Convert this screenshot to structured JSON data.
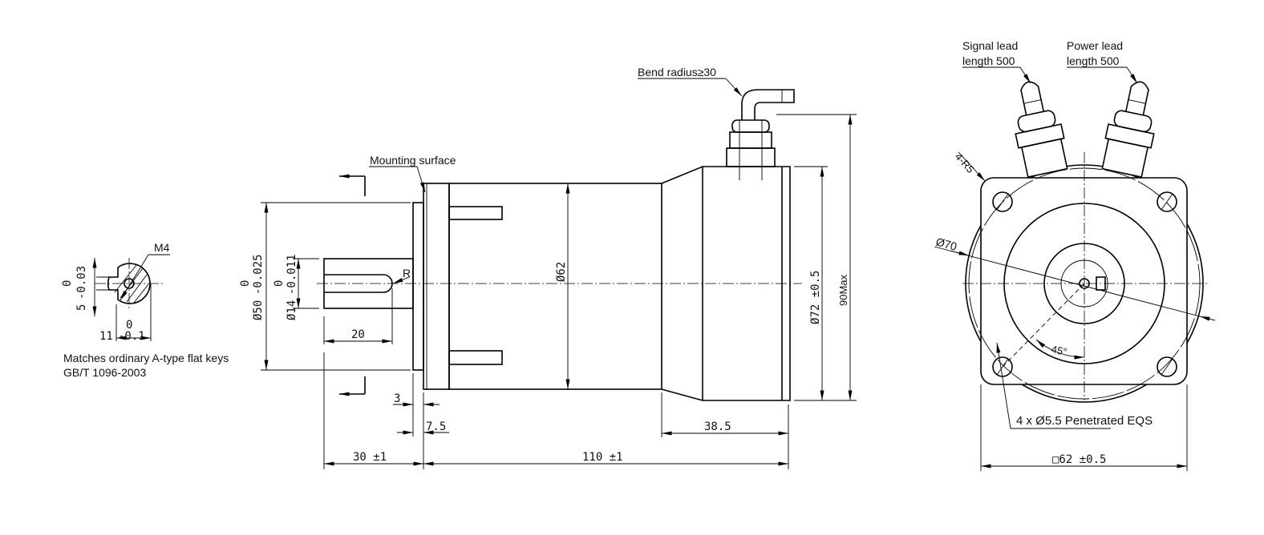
{
  "key_section": {
    "thread": "M4",
    "width_dim": "5",
    "width_tol_upper": "0",
    "width_tol_lower": "-0.03",
    "depth_dim": "11",
    "depth_tol_upper": "0",
    "depth_tol_lower": "-0.1",
    "note_line1": "Matches ordinary A-type flat keys",
    "note_line2": "GB/T 1096-2003"
  },
  "side_view": {
    "mounting_surface": "Mounting surface",
    "bend_radius": "Bend radius≥30",
    "pilot_dia": "Ø50",
    "pilot_tol_upper": "0",
    "pilot_tol_lower": "-0.025",
    "shaft_dia": "Ø14",
    "shaft_tol_upper": "0",
    "shaft_tol_lower": "-0.011",
    "radius_label": "R",
    "key_length": "20",
    "body_dia": "Ø62",
    "rear_dia": "Ø72 ±0.5",
    "max_height": "90Max",
    "flange_thk": "3",
    "pilot_depth": "7.5",
    "rear_length": "38.5",
    "shaft_length": "30 ±1",
    "body_length": "110 ±1"
  },
  "front_view": {
    "signal_lead_line1": "Signal lead",
    "signal_lead_line2": "length 500",
    "power_lead_line1": "Power lead",
    "power_lead_line2": "length 500",
    "corner_radius": "4-R5",
    "pcd": "Ø70",
    "angle": "45°",
    "holes": "4 x Ø5.5 Penetrated EQS",
    "square": "□62 ±0.5"
  }
}
